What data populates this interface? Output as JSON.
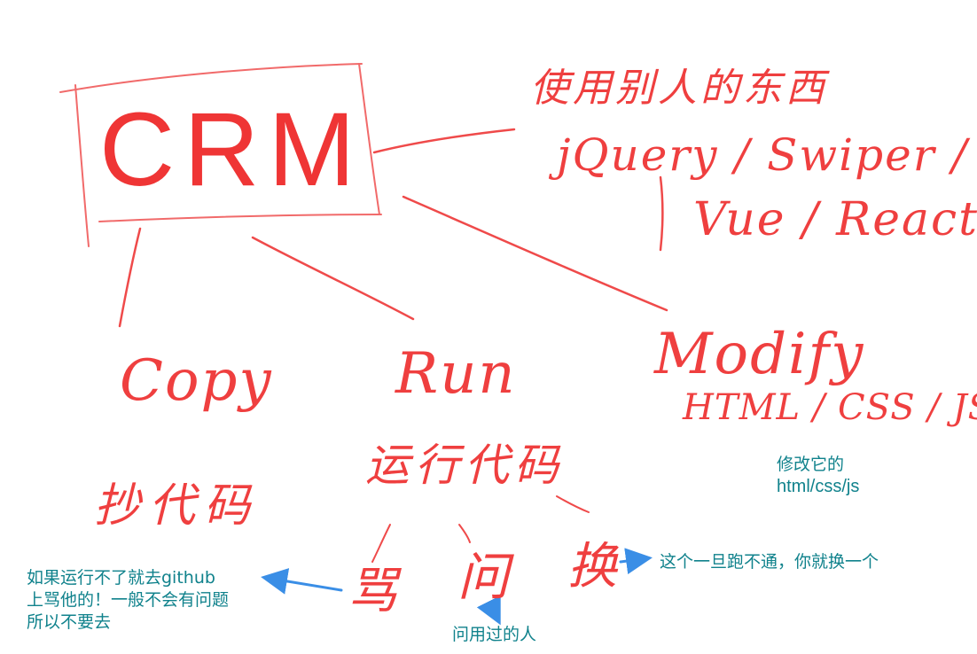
{
  "center": {
    "label": "CRM"
  },
  "top_note": {
    "line1": "使用别人的东西",
    "line2": "jQuery / Swiper /",
    "line3": "Vue / React."
  },
  "branches": {
    "copy": {
      "label": "Copy",
      "cn": "抄代码"
    },
    "run": {
      "label": "Run",
      "cn": "运行代码"
    },
    "modify": {
      "label": "Modify",
      "tech": "HTML / CSS / JS ."
    }
  },
  "sub_actions": {
    "scold": "骂",
    "ask": "问",
    "swap": "换"
  },
  "annotations": {
    "scold": {
      "line1": "如果运行不了就去github",
      "line2": "上骂他的！一般不会有问题",
      "line3": "所以不要去"
    },
    "ask": {
      "text": "问用过的人"
    },
    "swap": {
      "text": "这个一旦跑不通，你就换一个"
    },
    "modify": {
      "line1": "修改它的",
      "line2": "html/css/js"
    }
  },
  "colors": {
    "ink": "#ef3f3f",
    "note": "#10828c",
    "arrow": "#3a8ee6"
  }
}
